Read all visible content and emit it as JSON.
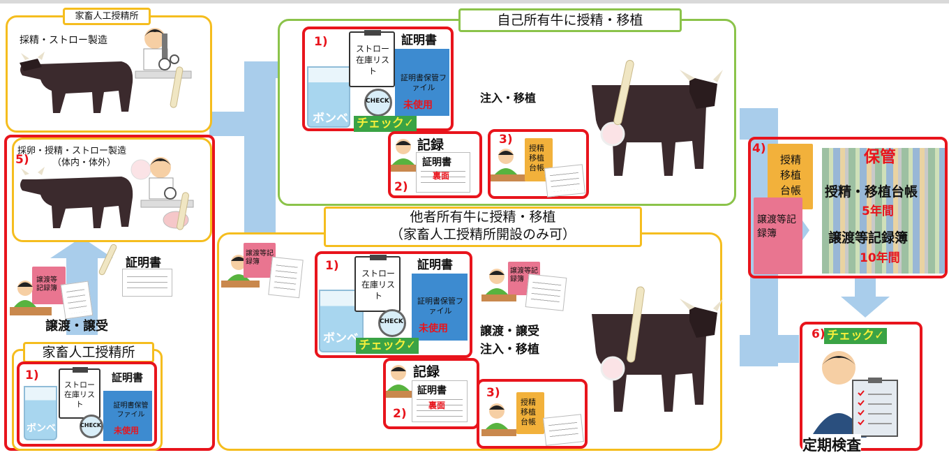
{
  "left_top": {
    "title": "家畜人工授精所",
    "process": "採精・ストロー製造",
    "straw": "精液ストロー"
  },
  "left_mid": {
    "num": "5)",
    "process": "採卵・授精・ストロー製造",
    "sub": "（体内・体外）",
    "straw": "受精卵ストロー"
  },
  "left_transfer": {
    "record_book": "譲渡等記録簿",
    "certificate": "証明書",
    "straw": "精液ストロー",
    "label": "譲渡・譲受"
  },
  "left_bottom": {
    "title": "家畜人工授精所",
    "num": "1)",
    "stock_list": "ストロー在庫リスト",
    "certificate": "証明書",
    "cert_file": "証明書保管ファイル",
    "unused": "未使用",
    "tank": "ボンベ",
    "check": "CHECK"
  },
  "own": {
    "title": "自己所有牛に授精・移植",
    "num1": "1)",
    "stock_list": "ストロー在庫リスト",
    "certificate": "証明書",
    "cert_file": "証明書保管ファイル",
    "unused": "未使用",
    "tank": "ボンベ",
    "check": "CHECK",
    "check_badge": "チェック✓",
    "record_title": "記録",
    "cert_back": "証明書",
    "back_side": "裏面",
    "num2": "2)",
    "num3": "3)",
    "ledger": "授精移植台帳",
    "arrow_label": "注入・移植",
    "straw": "精液ストロー"
  },
  "other": {
    "title_line1": "他者所有牛に授精・移植",
    "title_line2": "（家畜人工授精所開設のみ可）",
    "record_book": "譲渡等記録簿",
    "num1": "1)",
    "stock_list": "ストロー在庫リスト",
    "certificate": "証明書",
    "cert_file": "証明書保管ファイル",
    "unused": "未使用",
    "tank": "ボンベ",
    "check": "CHECK",
    "check_badge": "チェック✓",
    "record_book2": "譲渡等記録簿",
    "arrow_label1": "譲渡・譲受",
    "arrow_label2": "注入・移植",
    "record_title": "記録",
    "cert_back": "証明書",
    "back_side": "裏面",
    "num2": "2)",
    "num3": "3)",
    "ledger": "授精移植台帳",
    "straw": "精液ストロー"
  },
  "storage": {
    "num": "4)",
    "ledger": "授精移植台帳",
    "record_book": "譲渡等記録簿",
    "title": "保管",
    "item1": "授精・移植台帳",
    "item1_period": "5年間",
    "item2": "譲渡等記録簿",
    "item2_period": "10年間"
  },
  "inspection": {
    "num": "6)",
    "check_badge": "チェック✓",
    "label": "定期検査"
  },
  "colors": {
    "yellow_frame": "#f5bd1e",
    "green_frame": "#8bc34a",
    "red_frame": "#e8141c",
    "arrow": "#a9cdeb"
  }
}
